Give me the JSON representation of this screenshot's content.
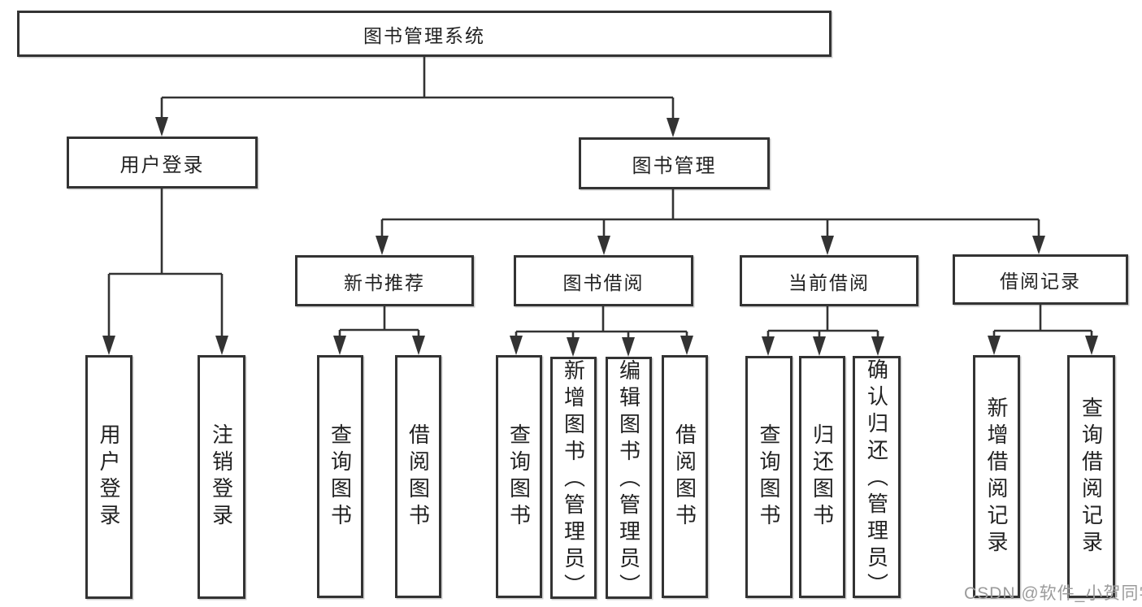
{
  "tree": {
    "root": {
      "label": "图书管理系统"
    },
    "level2": [
      {
        "label": "用户登录"
      },
      {
        "label": "图书管理"
      }
    ],
    "level3": [
      {
        "label": "新书推荐"
      },
      {
        "label": "图书借阅"
      },
      {
        "label": "当前借阅"
      },
      {
        "label": "借阅记录"
      }
    ],
    "leaves": {
      "user_login": [
        {
          "label": "用户登录"
        },
        {
          "label": "注销登录"
        }
      ],
      "new_book": [
        {
          "label": "查询图书"
        },
        {
          "label": "借阅图书"
        }
      ],
      "book_borrow": [
        {
          "label": "查询图书"
        },
        {
          "label": "新增图书（管理员）"
        },
        {
          "label": "编辑图书（管理员）"
        },
        {
          "label": "借阅图书"
        }
      ],
      "current_borrow": [
        {
          "label": "查询图书"
        },
        {
          "label": "归还图书"
        },
        {
          "label": "确认归还（管理员）"
        }
      ],
      "borrow_records": [
        {
          "label": "新增借阅记录"
        },
        {
          "label": "查询借阅记录"
        }
      ]
    }
  },
  "watermark": {
    "text": "CSDN @软件_小贺同学"
  },
  "colors": {
    "line": "#333333",
    "text": "#222222",
    "watermark": "#9b9b9b",
    "background": "#ffffff"
  }
}
